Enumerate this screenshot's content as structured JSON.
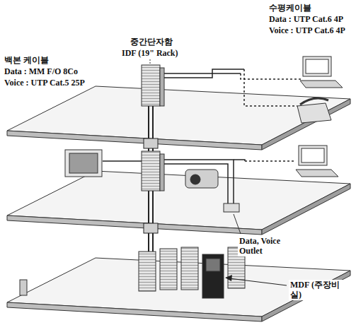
{
  "diagram": {
    "labels": [
      "수평케이블",
      "Data : UTP Cat.6 4P",
      "Voice : UTP Cat.6 4P",
      "중간단자함",
      "IDF (19\" Rack)",
      "백본 케이블",
      "Data : MM F/O 8Co",
      "Voice : UTP Cat.5 25P",
      "Data, Voice Outlet",
      "MDF (주장비실)"
    ]
  }
}
